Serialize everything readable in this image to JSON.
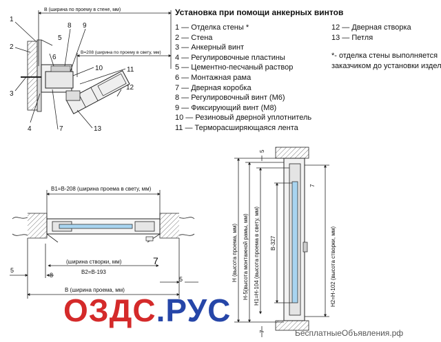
{
  "legend": {
    "title": "Установка при помощи анкерных винтов",
    "items_left": [
      "1 — Отделка стены *",
      "2 — Стена",
      "3 — Анкерный винт",
      "4 — Регулировочные пластины",
      "5 — Цементно-песчаный раствор",
      "6 — Монтажная рама",
      "7 — Дверная коробка",
      "8 — Регулировочный винт (М6)",
      "9 — Фиксирующий винт (М8)",
      "10 — Резиновый дверной уплотнитель",
      "11 — Терморасширяющаяся лента"
    ],
    "items_right": [
      "12 — Дверная створка",
      "13 — Петля"
    ],
    "note_lines": [
      "*- отделка стены выполняется",
      "заказчиком до установки изделия"
    ]
  },
  "top_section": {
    "dim_wall": "В (ширина по проему в стене, мм)",
    "dim_light": "В=208 (ширина по проему в свету, мм)",
    "callouts": [
      "1",
      "2",
      "3",
      "4",
      "5",
      "6",
      "7",
      "8",
      "9",
      "10",
      "11",
      "12",
      "13"
    ]
  },
  "plan_view": {
    "dim_b1": "В1=В-208 (ширина проема в свету, мм)",
    "dim_leaf": "(ширина створки, мм)",
    "dim_b2": "В2=В-193",
    "dim_b": "В (ширина проема, мм)",
    "small_5_left": "5",
    "small_5_right": "5",
    "small_8": "8",
    "small_7": "7"
  },
  "elevation": {
    "dim_h": "Н (высота проема, мм)",
    "dim_h5": "Н-5(высота монтажной рамы, мм)",
    "dim_h1": "Н1=Н-104 (высота проема в свету, мм)",
    "dim_b327": "В-327",
    "dim_h2": "Н2=Н-102 (высота створки, мм)",
    "small_5": "5",
    "small_7_top": "7",
    "small_7_bottom": "7"
  },
  "brand": {
    "part1": "ОЗДС",
    "part2": ".РУС"
  },
  "footer": "БесплатныеОбъявления.рф",
  "colors": {
    "glass": "#a8d4f0",
    "brand_red": "#d42a2a",
    "brand_blue": "#2646a8"
  }
}
